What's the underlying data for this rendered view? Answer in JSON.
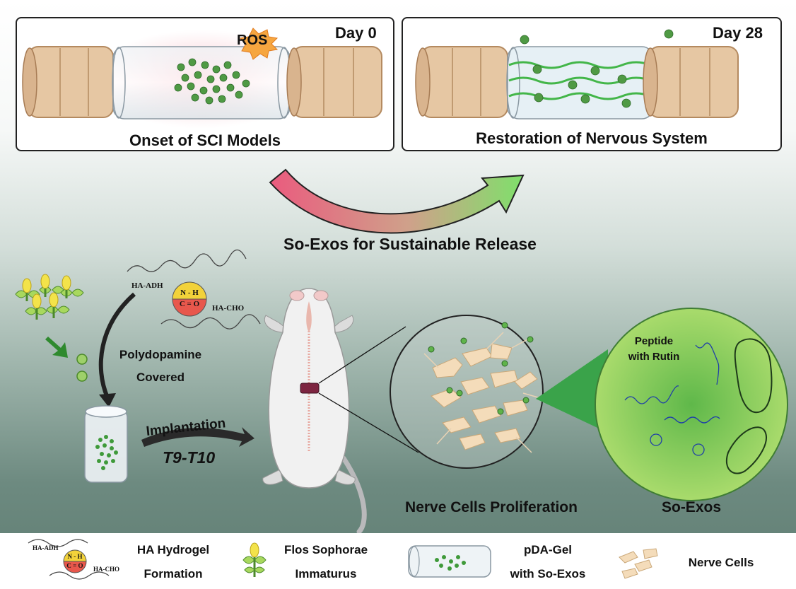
{
  "panels": {
    "left": {
      "day": "Day 0",
      "ros": "ROS",
      "caption": "Onset of SCI Models"
    },
    "right": {
      "day": "Day 28",
      "caption": "Restoration of Nervous System"
    }
  },
  "arrow_caption": "So-Exos for Sustainable Release",
  "process": {
    "ha_adh": "HA-ADH",
    "ha_cho": "HA-CHO",
    "bond_top": "N - H",
    "bond_bottom": "C = O",
    "polydopamine_line1": "Polydopamine",
    "polydopamine_line2": "Covered",
    "implantation": "Implantation",
    "site": "T9-T10"
  },
  "labels": {
    "nerve_cells": "Nerve Cells Proliferation",
    "so_exos": "So-Exos",
    "peptide_line1": "Peptide",
    "peptide_line2": "with Rutin"
  },
  "legend": {
    "ha_adh": "HA-ADH",
    "ha_cho": "HA-CHO",
    "bond_top": "N - H",
    "bond_bottom": "C = O",
    "items": [
      {
        "line1": "HA Hydrogel",
        "line2": "Formation"
      },
      {
        "line1": "Flos Sophorae",
        "line2": "Immaturus"
      },
      {
        "line1": "pDA-Gel",
        "line2": "with So-Exos"
      },
      {
        "line1": "Nerve Cells",
        "line2": ""
      }
    ]
  },
  "colors": {
    "exosome_green": "#3f9a3a",
    "gel_bubble": "#9ed06a",
    "arrow_start": "#ea5b7e",
    "arrow_end": "#7fe06b",
    "cord_tan": "#e6c7a3",
    "bond_yellow": "#f2d23a",
    "bond_red": "#e8574c"
  }
}
